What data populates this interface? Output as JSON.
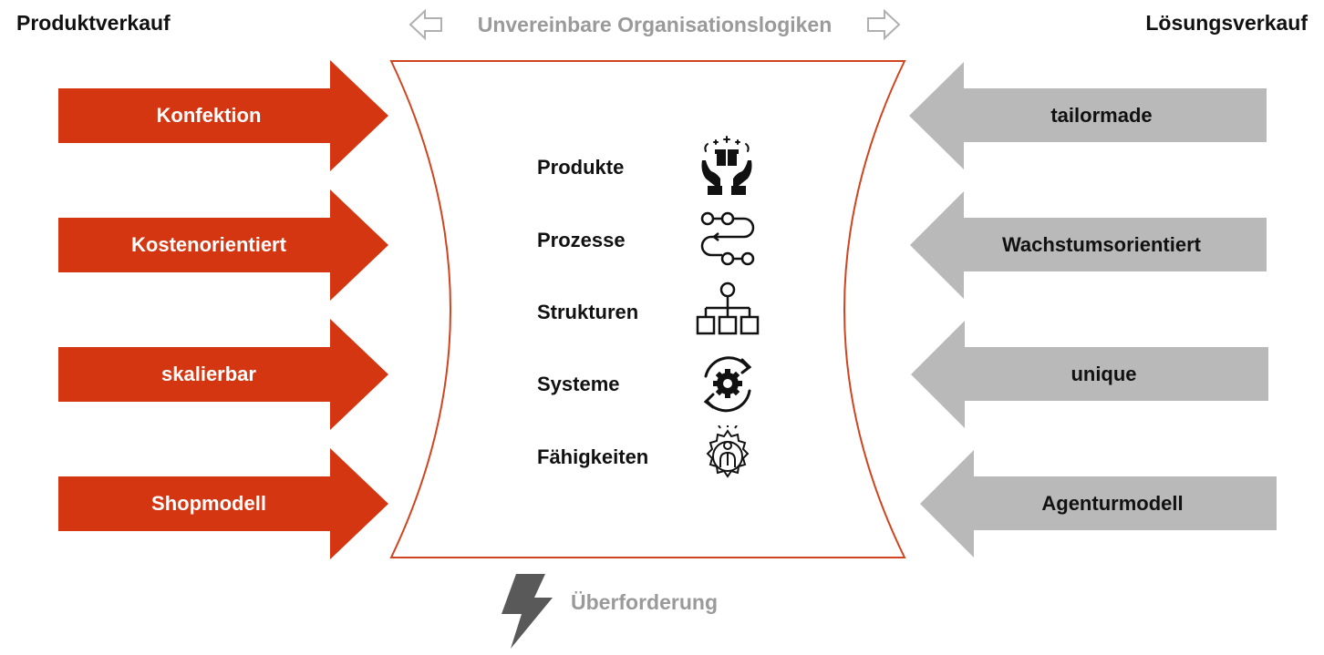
{
  "header": {
    "left_title": "Produktverkauf",
    "right_title": "Lösungsverkauf",
    "center_banner": "Unvereinbare Organisationslogiken"
  },
  "left_arrows": [
    "Konfektion",
    "Kostenorientiert",
    "skalierbar",
    "Shopmodell"
  ],
  "right_arrows": [
    "tailormade",
    "Wachstumsorientiert",
    "unique",
    "Agenturmodell"
  ],
  "center_items": [
    {
      "label": "Produkte",
      "icon": "hands-with-gift-icon"
    },
    {
      "label": "Prozesse",
      "icon": "process-flow-icon"
    },
    {
      "label": "Strukturen",
      "icon": "org-chart-icon"
    },
    {
      "label": "Systeme",
      "icon": "gear-cycle-icon"
    },
    {
      "label": "Fähigkeiten",
      "icon": "person-in-gear-icon"
    }
  ],
  "footer": {
    "label": "Überforderung",
    "icon": "lightning-icon"
  },
  "colors": {
    "left_arrow": "#d53612",
    "right_arrow": "#b9b9b9",
    "outline": "#d04420",
    "muted_text": "#9a9a9a",
    "lightning": "#595959"
  }
}
